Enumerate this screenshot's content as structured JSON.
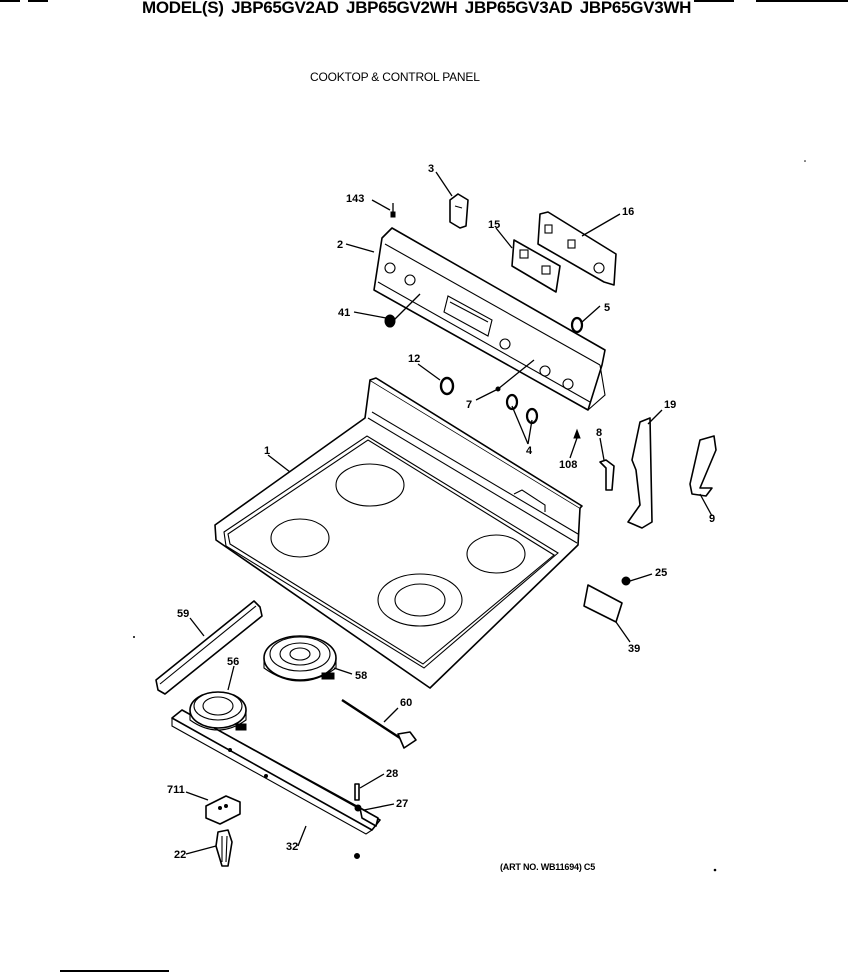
{
  "header": {
    "models_title": "MODEL(S) JBP65GV2AD  JBP65GV2WH  JBP65GV3AD  JBP65GV3WH",
    "section_title": "COOKTOP & CONTROL PANEL"
  },
  "footer": {
    "art_number": "(ART NO. WB11694) C5"
  },
  "parts": {
    "cooktop": "1",
    "control_panel": "2",
    "clock_bracket": "3",
    "knobs_lower": "4",
    "knob_right": "5",
    "screw_7": "7",
    "bracket_8": "8",
    "bracket_9": "9",
    "knob_12": "12",
    "overlay_15": "15",
    "control_board_16": "16",
    "side_bracket_19": "19",
    "clip_22": "22",
    "nut_25": "25",
    "spring_27": "27",
    "screw_28": "28",
    "channel_32": "32",
    "switch_cover_39": "39",
    "knob_41": "41",
    "element_small_56": "56",
    "element_large_58": "58",
    "side_trim_59": "59",
    "sensor_60": "60",
    "screw_108": "108",
    "screw_143": "143",
    "terminal_block_711": "711"
  }
}
